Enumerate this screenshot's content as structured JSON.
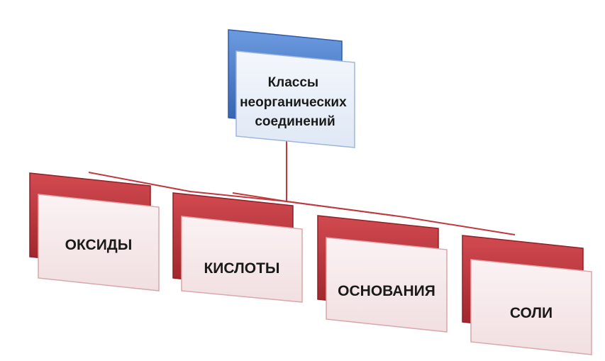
{
  "diagram": {
    "type": "hierarchy",
    "root": {
      "lines": [
        "Классы",
        "неорганических",
        "соединений"
      ],
      "color": "#4a7fc8"
    },
    "children": [
      {
        "label": "ОКСИДЫ"
      },
      {
        "label": "КИСЛОТЫ"
      },
      {
        "label": "ОСНОВАНИЯ"
      },
      {
        "label": "СОЛИ"
      }
    ],
    "child_color": "#c0393f",
    "connector_color": "#c0393f"
  }
}
